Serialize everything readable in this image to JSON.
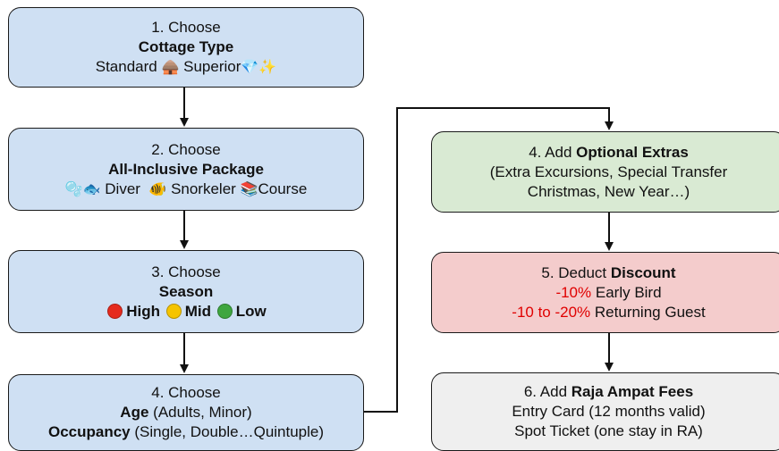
{
  "steps": {
    "step1": {
      "line1": "1. Choose",
      "line2": "Cottage Type",
      "standard": "Standard",
      "superior": "Superior",
      "standard_icon": "🛖",
      "superior_icon": "💎✨"
    },
    "step2": {
      "line1": "2. Choose",
      "line2": "All-Inclusive Package",
      "diver_icon": "🫧🐟",
      "diver": "Diver",
      "snorkeler_icon": "🐠",
      "snorkeler": "Snorkeler",
      "course_icon": "📚",
      "course": "Course"
    },
    "step3": {
      "line1": "3. Choose",
      "line2": "Season",
      "high": "High",
      "mid": "Mid",
      "low": "Low",
      "high_color": "#e52b1e",
      "mid_color": "#f5c400",
      "low_color": "#3fa63f"
    },
    "step4a": {
      "line1": "4. Choose",
      "age_label": "Age",
      "age_options": "(Adults, Minor)",
      "occupancy_label": "Occupancy",
      "occupancy_options": "(Single, Double…Quintuple)"
    },
    "step4b": {
      "line1_prefix": "4. Add",
      "line1_bold": "Optional Extras",
      "line2": "(Extra Excursions, Special Transfer",
      "line3": "Christmas, New Year…)"
    },
    "step5": {
      "line1_prefix": "5. Deduct",
      "line1_bold": "Discount",
      "early_pct": "-10%",
      "early_label": "Early Bird",
      "returning_pct": "-10 to -20%",
      "returning_label": "Returning Guest"
    },
    "step6": {
      "line1_prefix": "6. Add",
      "line1_bold": "Raja Ampat Fees",
      "line2": "Entry Card (12 months valid)",
      "line3": "Spot Ticket (one stay in RA)"
    }
  },
  "colors": {
    "blue_box": "#cfe0f3",
    "green_box": "#d9ead3",
    "red_box": "#f4cccc",
    "grey_box": "#efefef",
    "discount_text": "#e00000"
  }
}
